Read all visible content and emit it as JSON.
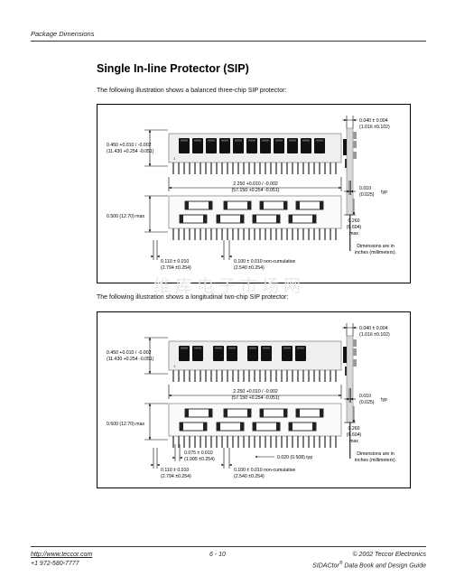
{
  "header": {
    "section": "Package Dimensions"
  },
  "title": "Single In-line Protector (SIP)",
  "watermark": "维库电子市场网",
  "figures": [
    {
      "intro": "The following illustration shows a balanced three-chip SIP protector:",
      "labels": {
        "height_in": "0.450 +0.010 / -0.002",
        "height_mm": "(11.430 +0.254 -0.051)",
        "length_in": "2.250 +0.010 / -0.002",
        "length_mm": "(57.150 +0.254 -0.051)",
        "body_height": "0.500 (12.70) max",
        "lead_offset_in": "0.110 ± 0.010",
        "lead_offset_mm": "(2.794 ±0.254)",
        "pitch_in": "0.100 ± 0.010 non-cumulative",
        "pitch_mm": "(2.540 ±0.254)",
        "thickness_in": "0.040 ± 0.004",
        "thickness_mm": "(1.016 ±0.102)",
        "lead_thick_in": "0.010",
        "lead_thick_mm": "(0.025)",
        "typ": "typ",
        "seated_in": "0.260",
        "seated_mm": "(6.604)",
        "seated_max": "max",
        "note1": "Dimensions are in",
        "note2": "inches (millimeters)."
      }
    },
    {
      "intro": "The following illustration shows a longitudinal two-chip SIP protector:",
      "labels": {
        "height_in": "0.450 +0.010 / -0.002",
        "height_mm": "(11.430 +0.254 -0.051)",
        "length_in": "2.250 +0.010 / -0.002",
        "length_mm": "(57.150 +0.254 -0.051)",
        "body_height": "0.500 (12.70) max",
        "small_in": "0.075 ± 0.010",
        "small_mm": "(1.905 ±0.254)",
        "gap": "0.020 (0.508) typ",
        "lead_offset_in": "0.110 ± 0.010",
        "lead_offset_mm": "(2.794 ±0.254)",
        "pitch_in": "0.100 ± 0.010 non-cumulative",
        "pitch_mm": "(2.540 ±0.254)",
        "thickness_in": "0.040 ± 0.004",
        "thickness_mm": "(1.016 ±0.102)",
        "lead_thick_in": "0.010",
        "lead_thick_mm": "(0.025)",
        "typ": "typ",
        "seated_in": "0.260",
        "seated_mm": "(6.604)",
        "seated_max": "max",
        "note1": "Dimensions are in",
        "note2": "inches (millimeters)."
      }
    }
  ],
  "footer": {
    "url": "http://www.teccor.com",
    "phone": "+1 972-580-7777",
    "page": "6 - 10",
    "copyright": "© 2002 Teccor Electronics",
    "book_a": "SIDACtor",
    "book_reg": "®",
    "book_b": " Data Book and Design Guide"
  }
}
